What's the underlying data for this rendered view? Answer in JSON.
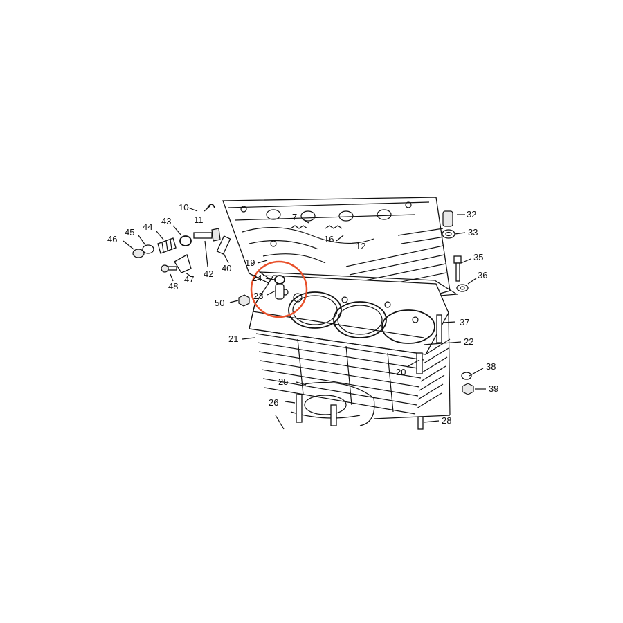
{
  "callouts": {
    "n10": "10",
    "n11": "11",
    "n7": "7",
    "n16": "16",
    "n12": "12",
    "n32": "32",
    "n33": "33",
    "n35": "35",
    "n36": "36",
    "n37": "37",
    "n22": "22",
    "n38": "38",
    "n39": "39",
    "n28": "28",
    "n20": "20",
    "n46": "46",
    "n45": "45",
    "n44": "44",
    "n43": "43",
    "n42": "42",
    "n40": "40",
    "n19": "19",
    "n47": "47",
    "n48": "48",
    "n24": "24",
    "n23": "23",
    "n50": "50",
    "n21": "21",
    "n25": "25",
    "n26": "26"
  },
  "colors": {
    "line": "#111111",
    "highlight_circle": "#e8502a",
    "background": "#ffffff"
  }
}
